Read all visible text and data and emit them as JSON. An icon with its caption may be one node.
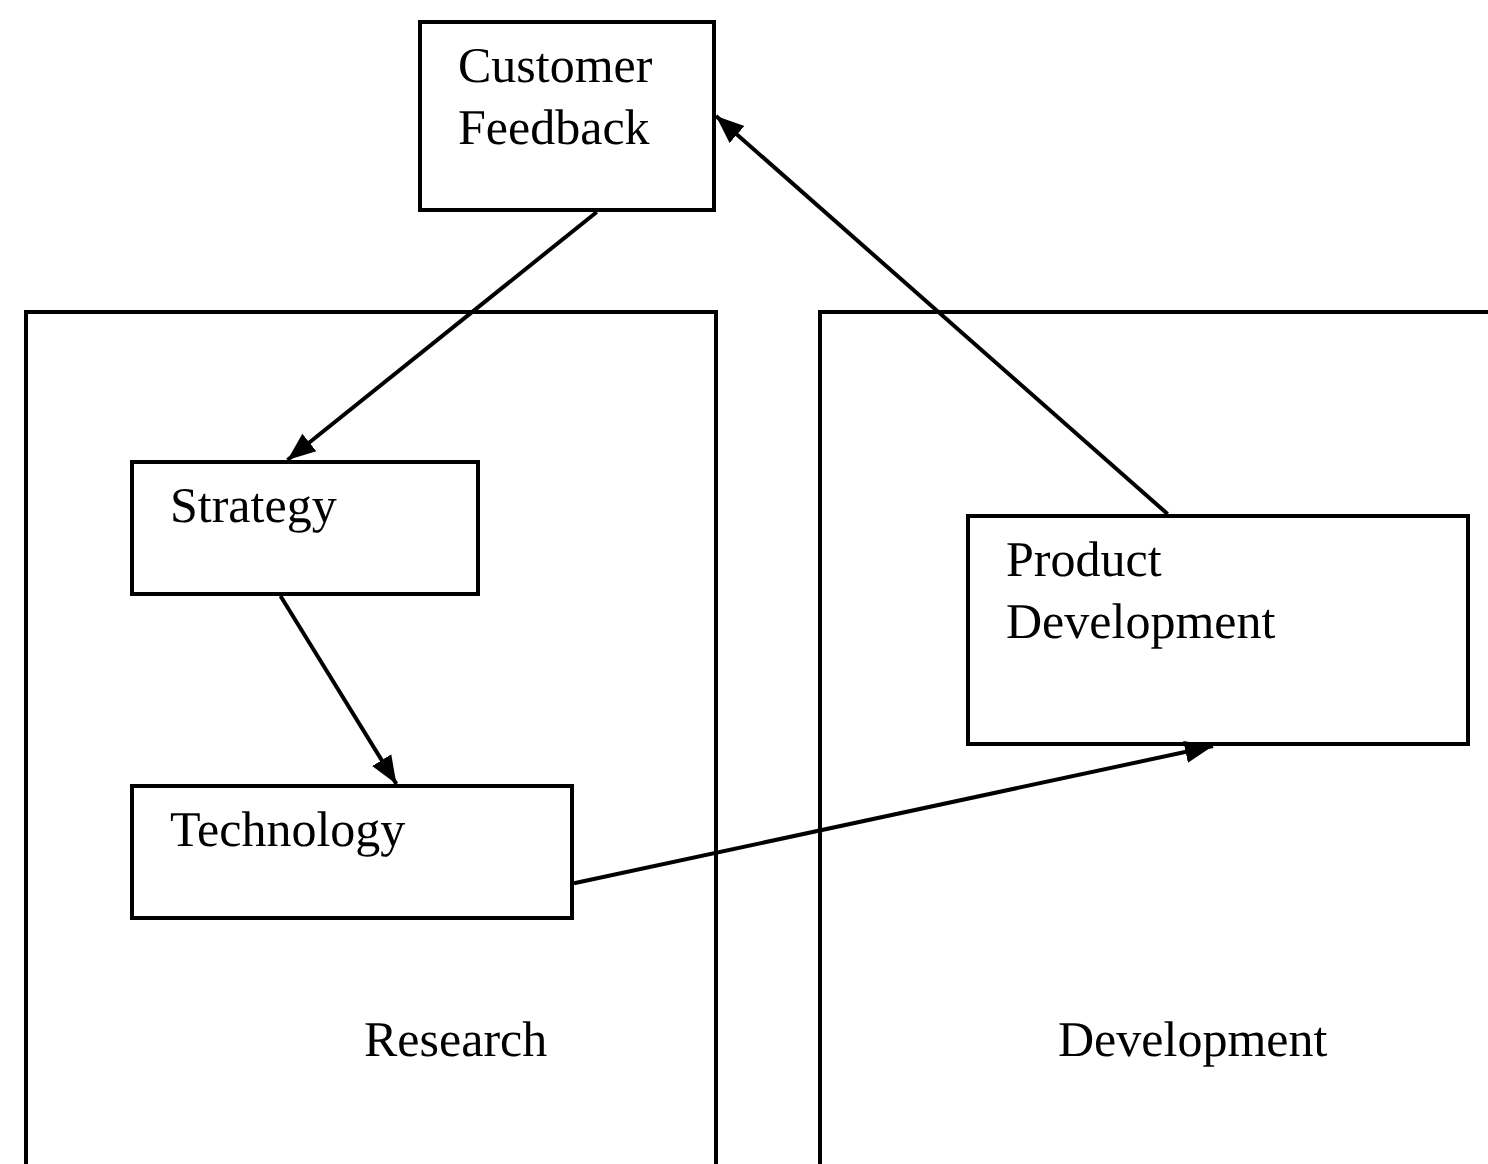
{
  "diagram": {
    "nodes": [
      {
        "text": [
          "Customer Feedback"
        ]
      },
      {
        "text": [
          "Research"
        ]
      },
      {
        "text": [
          "Strategy"
        ],
        "in": 1
      },
      {
        "text": [
          "Technology"
        ],
        "in": 1
      },
      {
        "text": [
          "Development"
        ]
      },
      {
        "text": [
          "Product Development"
        ],
        "in": 4
      }
    ],
    "edges": [
      {
        "from": 0,
        "to": 2,
        "arrow": "to"
      },
      {
        "from": 2,
        "to": 3,
        "arrow": "to"
      },
      {
        "from": 3,
        "to": 5,
        "arrow": "to"
      },
      {
        "from": 5,
        "to": 0,
        "arrow": "to"
      }
    ]
  }
}
